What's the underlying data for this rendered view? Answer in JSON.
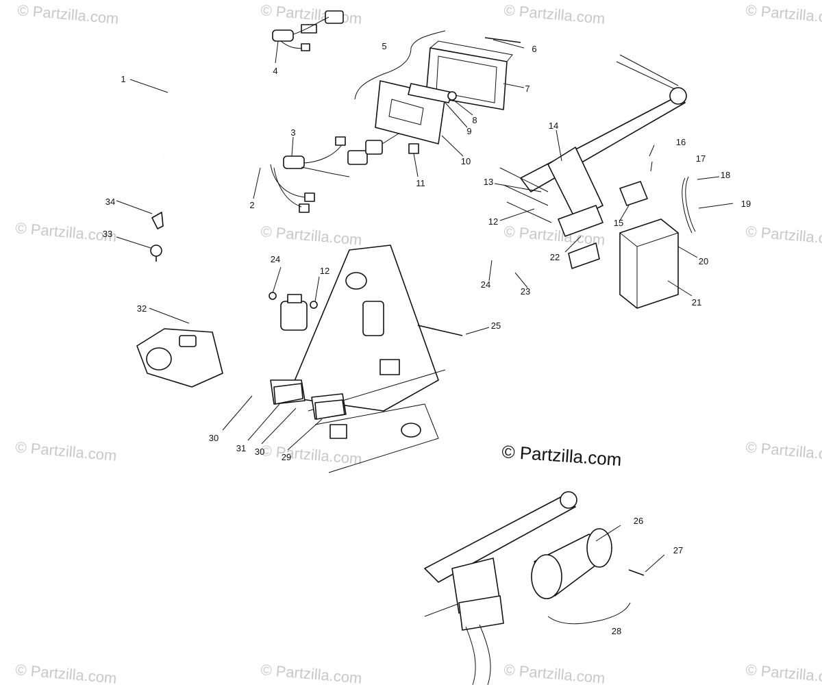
{
  "watermark": "© Partzilla.com",
  "copyright": "© Partzilla.com",
  "callouts": [
    "1",
    "2",
    "3",
    "4",
    "5",
    "6",
    "7",
    "8",
    "9",
    "10",
    "11",
    "12",
    "12",
    "13",
    "14",
    "15",
    "16",
    "17",
    "18",
    "19",
    "20",
    "21",
    "22",
    "23",
    "24",
    "24",
    "25",
    "26",
    "27",
    "28",
    "29",
    "30",
    "30",
    "31",
    "32",
    "33",
    "34"
  ]
}
